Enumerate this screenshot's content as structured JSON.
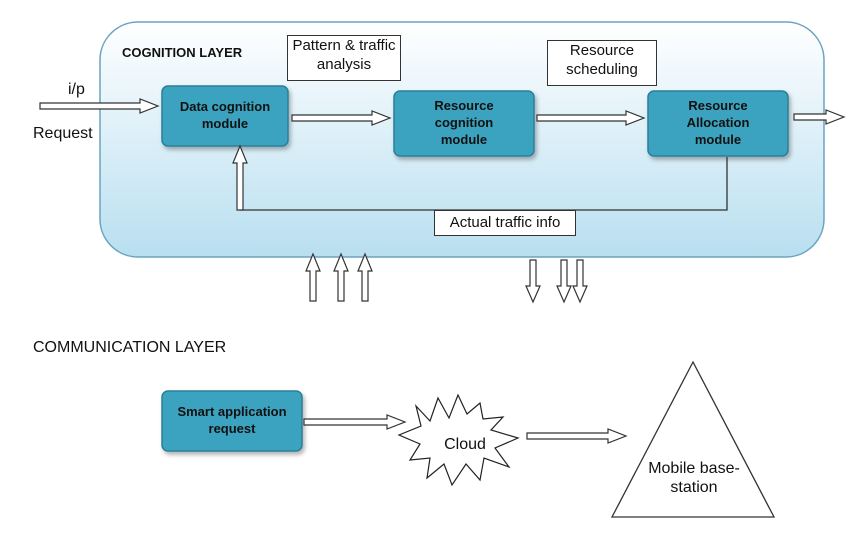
{
  "cognition_layer": {
    "title": "COGNITION LAYER",
    "input_label": "i/p",
    "request_label": "Request",
    "modules": {
      "data_cognition": "Data cognition module",
      "resource_cognition": "Resource cognition module",
      "resource_allocation": "Resource Allocation module"
    },
    "notes": {
      "pattern": "Pattern & traffic analysis",
      "scheduling": "Resource scheduling",
      "actual_traffic": "Actual traffic info"
    }
  },
  "communication_layer": {
    "title": "COMMUNICATION LAYER",
    "smart_request": "Smart application request",
    "cloud": "Cloud",
    "base_station": "Mobile base-station"
  },
  "colors": {
    "layer_top": "#ffffff",
    "layer_bottom": "#b8dff0",
    "layer_border": "#6aa3bf",
    "module_fill": "#3aa3bf",
    "module_border": "#2a7f98"
  }
}
